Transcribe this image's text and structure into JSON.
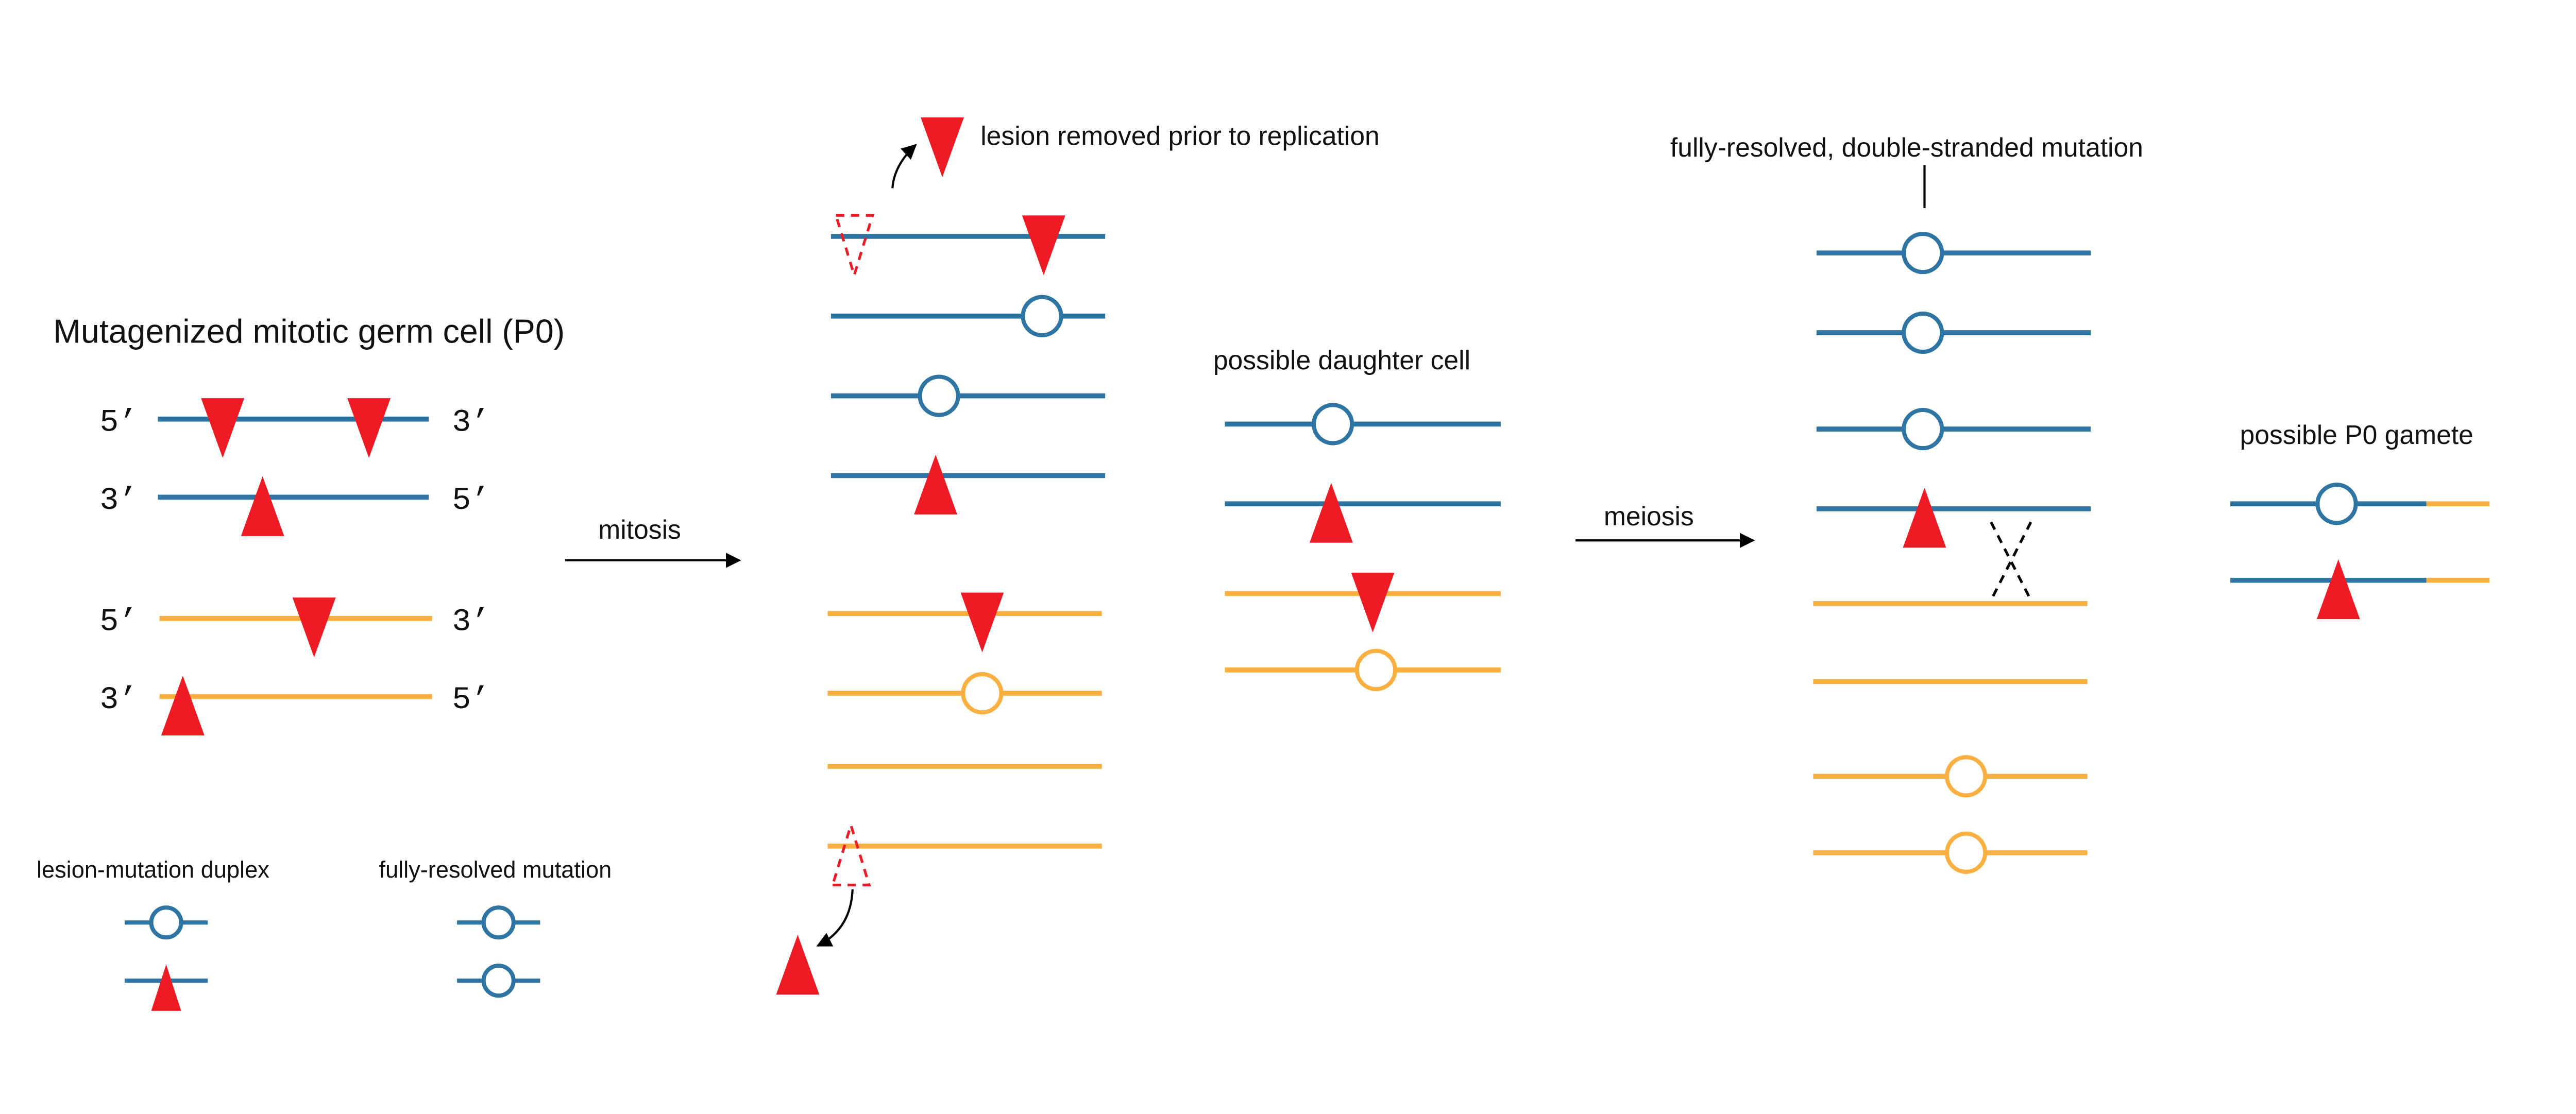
{
  "colors": {
    "strand_blue": "#2E75A3",
    "strand_orange": "#F9B040",
    "lesion_red": "#ED1C24",
    "arrow": "#000000"
  },
  "left_panel": {
    "title": "Mutagenized mitotic germ cell (P0)",
    "strand_ends": [
      "5’",
      "3’",
      "3’",
      "5’",
      "5’",
      "3’",
      "3’",
      "5’"
    ]
  },
  "legend": {
    "lesion_mutation_duplex": "lesion-mutation duplex",
    "fully_resolved_mutation": "fully-resolved mutation"
  },
  "steps": {
    "mitosis": "mitosis",
    "meiosis": "meiosis"
  },
  "middle": {
    "lesion_removed": "lesion removed prior to replication"
  },
  "daughter": {
    "title": "possible daughter cell"
  },
  "right": {
    "double_stranded": "fully-resolved, double-stranded mutation"
  },
  "gamete": {
    "title": "possible P0 gamete"
  }
}
